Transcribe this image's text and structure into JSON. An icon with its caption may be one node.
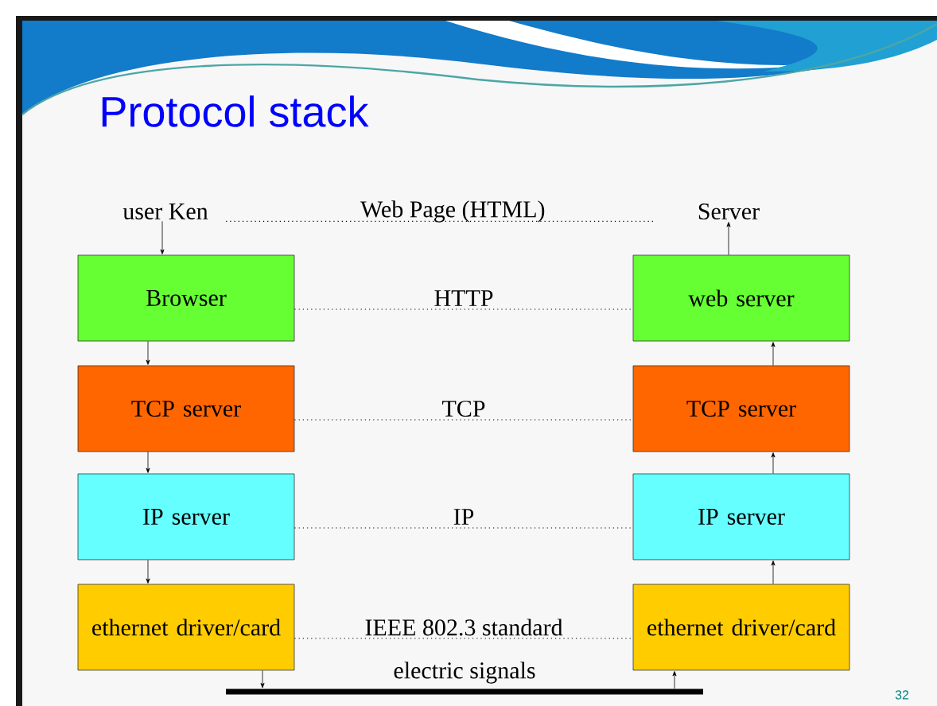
{
  "diagram": {
    "title": "Protocol stack",
    "nodes": [
      {
        "text": [
          "user Ken"
        ]
      },
      {
        "text": [
          "Browser"
        ]
      },
      {
        "text": [
          "TCP server"
        ]
      },
      {
        "text": [
          "IP server"
        ]
      },
      {
        "text": [
          "ethernet driver/card"
        ]
      },
      {
        "text": [
          "Server"
        ]
      },
      {
        "text": [
          "web server"
        ]
      },
      {
        "text": [
          "TCP server"
        ]
      },
      {
        "text": [
          "IP server"
        ]
      },
      {
        "text": [
          "ethernet driver/card"
        ]
      },
      {
        "text": [],
        "shape": "bar",
        "beside": [
          "electric signals"
        ]
      }
    ],
    "edges": [
      {
        "from": 0,
        "to": 1,
        "arrow": "to"
      },
      {
        "from": 1,
        "to": 2,
        "arrow": "to"
      },
      {
        "from": 2,
        "to": 3,
        "arrow": "to"
      },
      {
        "from": 3,
        "to": 4,
        "arrow": "to"
      },
      {
        "from": 4,
        "to": 10,
        "arrow": "to"
      },
      {
        "from": 10,
        "to": 9,
        "arrow": "to"
      },
      {
        "from": 9,
        "to": 8,
        "arrow": "to"
      },
      {
        "from": 8,
        "to": 7,
        "arrow": "to"
      },
      {
        "from": 7,
        "to": 6,
        "arrow": "to"
      },
      {
        "from": 6,
        "to": 5,
        "arrow": "to"
      },
      {
        "from": 0,
        "to": 5,
        "arrow": "none",
        "style": "dashed",
        "label": "Web Page (HTML)"
      },
      {
        "from": 1,
        "to": 6,
        "arrow": "none",
        "style": "dashed",
        "label": "HTTP"
      },
      {
        "from": 2,
        "to": 7,
        "arrow": "none",
        "style": "dashed",
        "label": "TCP"
      },
      {
        "from": 3,
        "to": 8,
        "arrow": "none",
        "style": "dashed",
        "label": "IP"
      },
      {
        "from": 4,
        "to": 9,
        "arrow": "none",
        "style": "dashed",
        "label": "IEEE 802.3 standard"
      }
    ],
    "labels": [
      "32"
    ]
  }
}
